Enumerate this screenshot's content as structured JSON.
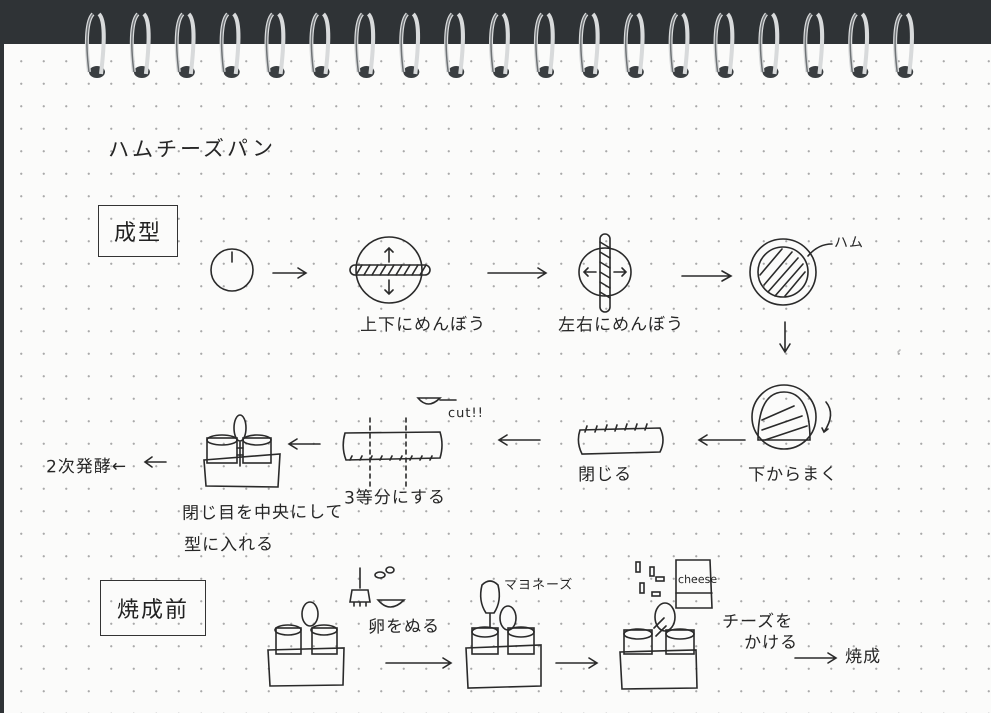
{
  "title": "ハムチーズパン",
  "sections": {
    "shaping": "成型",
    "before_baking": "焼成前"
  },
  "steps": {
    "roll_vertical": "上下にめんぼう",
    "roll_horizontal": "左右にめんぼう",
    "ham": "ハム",
    "roll_from_bottom": "下からまく",
    "close": "閉じる",
    "cut": "cut!!",
    "divide_three": "3等分にする",
    "seam_center_line1": "閉じ目を中央にして",
    "seam_center_line2": "型に入れる",
    "second_rise": "2次発酵←",
    "egg_wash": "卵をぬる",
    "mayonnaise": "マヨネーズ",
    "cheese_label": "cheese",
    "add_cheese_line1": "チーズを",
    "add_cheese_line2": "かける",
    "bake": "焼成"
  }
}
